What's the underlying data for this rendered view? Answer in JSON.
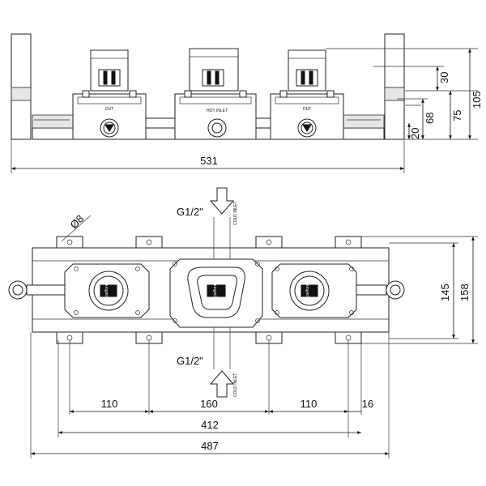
{
  "side_view": {
    "labels": {
      "out_left": "OUT",
      "hot_inlet": "HOT INLET",
      "out_right": "OUT"
    },
    "dims": {
      "h_30": "30",
      "h_68": "68",
      "h_75": "75",
      "h_105": "105",
      "h_20": "20",
      "w_531": "531"
    }
  },
  "top_view": {
    "thread_top": "G1/2\"",
    "thread_bottom": "G1/2\"",
    "arrow_label_top": "COLD INLET",
    "arrow_label_bottom": "COLD INLET",
    "diameter": "Ø8",
    "brand_left": "paffoni",
    "brand_center": "paffoni",
    "brand_right": "paffoni",
    "dims": {
      "w_110_left": "110",
      "w_160": "160",
      "w_110_right": "110",
      "w_16": "16",
      "w_412": "412",
      "w_487": "487",
      "h_145": "145",
      "h_158": "158"
    }
  }
}
